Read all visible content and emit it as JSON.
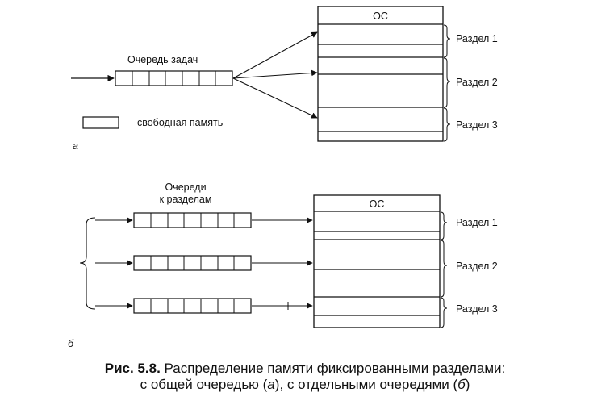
{
  "diagram_a": {
    "queue_label": "Очередь задач",
    "os_label": "ОС",
    "partitions": [
      "Раздел 1",
      "Раздел 2",
      "Раздел 3"
    ],
    "legend_text": "— свободная память",
    "panel_letter": "а"
  },
  "diagram_b": {
    "queues_label_line1": "Очереди",
    "queues_label_line2": "к разделам",
    "os_label": "ОС",
    "partitions": [
      "Раздел 1",
      "Раздел 2",
      "Раздел 3"
    ],
    "panel_letter": "б"
  },
  "caption": {
    "figure_number": "Рис. 5.8.",
    "line1_rest": "Распределение памяти фиксированными разделами:",
    "line2_part1": "с общей очередью (",
    "line2_a": "а",
    "line2_part2": "), с отдельными очередями (",
    "line2_b": "б",
    "line2_part3": ")"
  }
}
